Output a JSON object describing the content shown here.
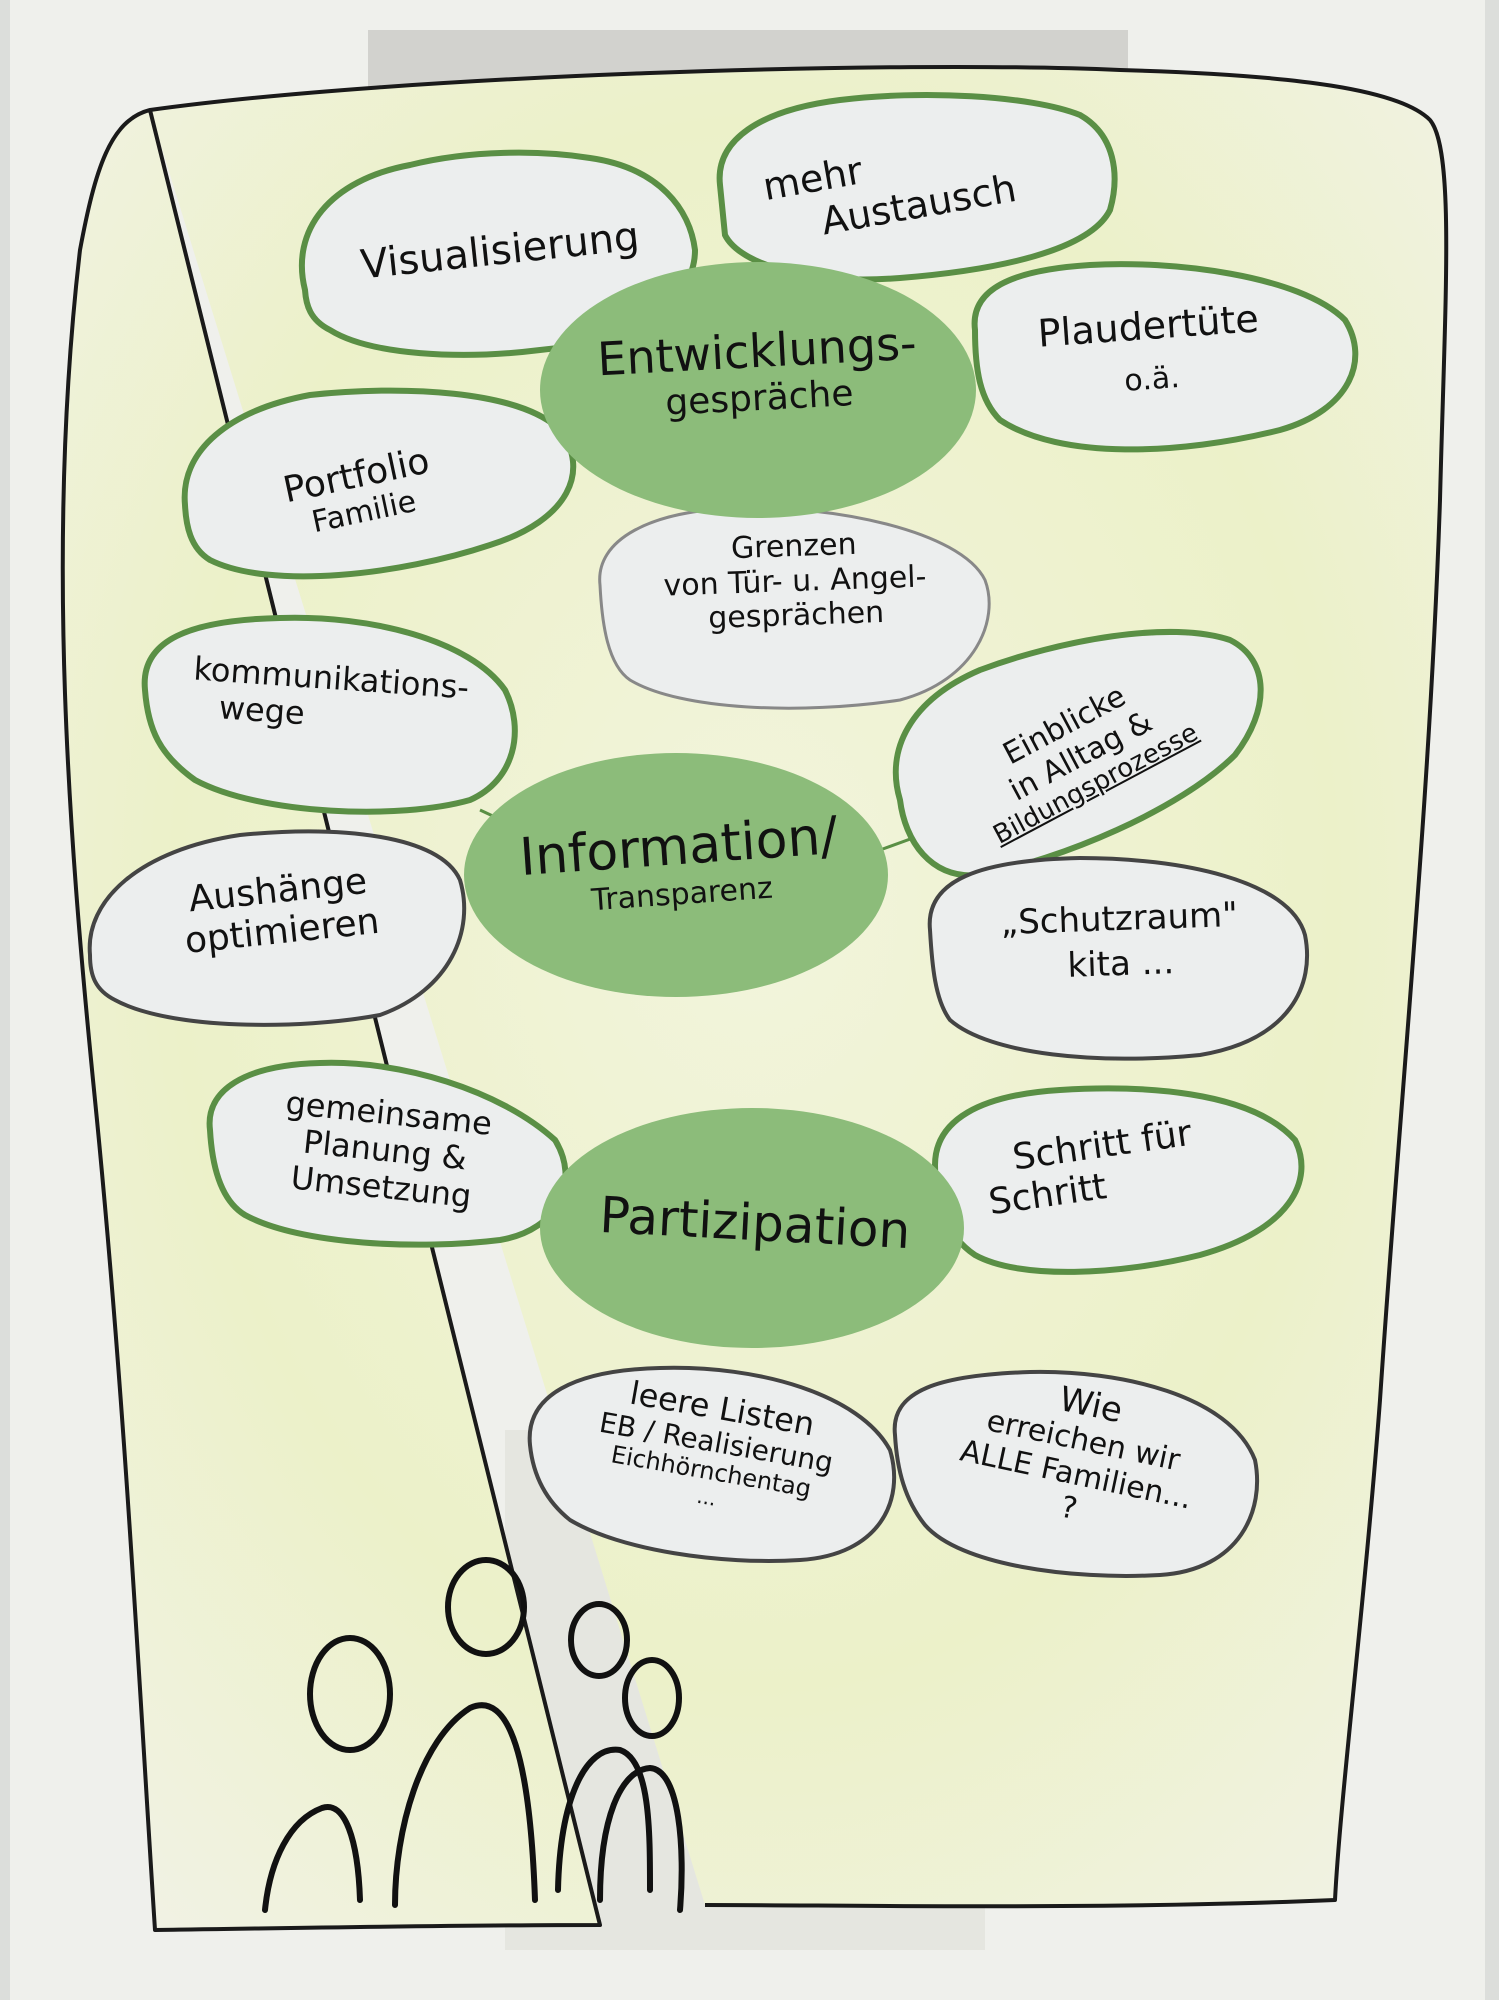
{
  "hubs": {
    "h1": {
      "line1": "Entwicklungs-",
      "line2": "gespräche"
    },
    "h2": {
      "line1": "Information/",
      "line2": "Transparenz"
    },
    "h3": {
      "line1": "Partizipation"
    }
  },
  "bubbles": {
    "b1": {
      "line1": "Visualisierung"
    },
    "b2": {
      "line1": "mehr",
      "line2": "Austausch"
    },
    "b3": {
      "line1": "Plaudertüte",
      "line2": "o.ä."
    },
    "b4": {
      "line1": "Portfolio",
      "line2": "Familie"
    },
    "b5": {
      "line1": "Grenzen",
      "line2": "von Tür- u. Angel-",
      "line3": "gesprächen"
    },
    "b6": {
      "line1": "kommunikations-",
      "line2": "wege"
    },
    "b7": {
      "line1": "Einblicke",
      "line2": "in Alltag &",
      "line3": "Bildungsprozesse"
    },
    "b8": {
      "line1": "Aushänge",
      "line2": "optimieren"
    },
    "b9": {
      "line1": "„Schutzraum\"",
      "line2": "kita ..."
    },
    "b10": {
      "line1": "gemeinsame",
      "line2": "Planung &",
      "line3": "Umsetzung"
    },
    "b11": {
      "line1": "Schritt für",
      "line2": "Schritt"
    },
    "b12": {
      "line1": "leere Listen",
      "line2": "EB / Realisierung",
      "line3": "Eichhörnchentag",
      "line4": "..."
    },
    "b13": {
      "line1": "Wie",
      "line2": "erreichen wir",
      "line3": "ALLE Familien...",
      "line4": "?"
    }
  },
  "colors": {
    "hub_green": "#8cbc7a",
    "bubble_fill": "#eceeee",
    "bubble_outline": "#5a8f45",
    "paper": "#eef2d2",
    "ink": "#111111"
  },
  "icons": [
    "people-group-drawing",
    "hand-drawn-frame"
  ]
}
